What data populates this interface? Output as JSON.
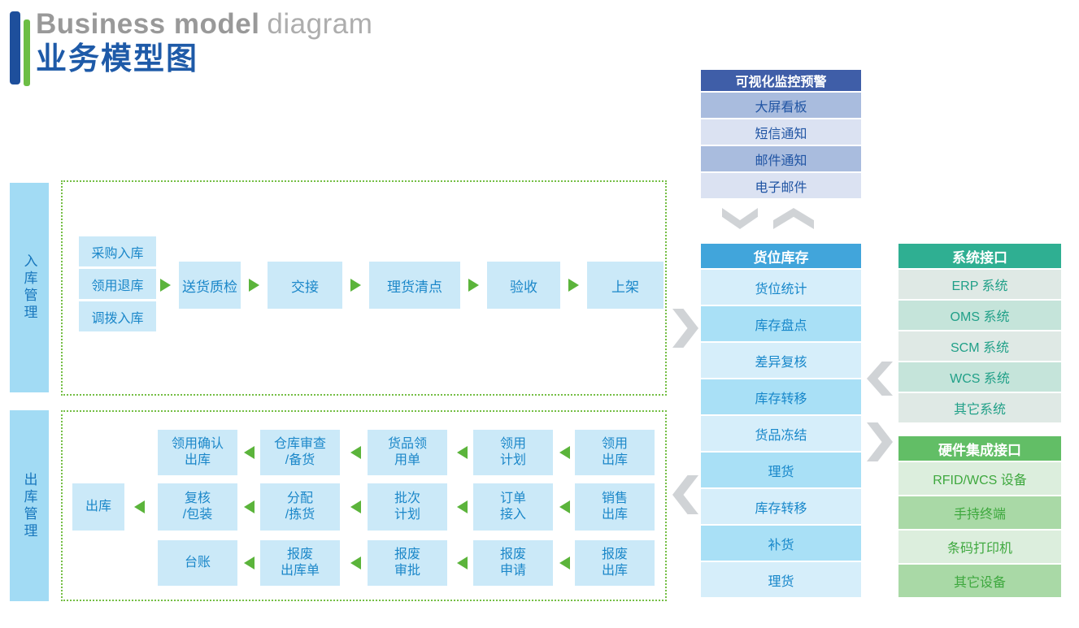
{
  "title": {
    "en_bold": "Business model",
    "en_light": "diagram",
    "zh": "业务模型图"
  },
  "icons": {
    "flow_right": "triangle-right",
    "flow_left": "triangle-left",
    "sync_down": "chevron-down",
    "sync_up": "chevron-up",
    "link_right": "chevron-right",
    "link_left": "chevron-left"
  },
  "colors": {
    "title_blue": "#1E5AA8",
    "accent_green": "#6CBE45",
    "monitor_header_bg": "#3F5EA8",
    "inventory_header_bg": "#41A5DB",
    "system_header_bg": "#2FAF92",
    "hardware_header_bg": "#62BE66",
    "process_box_bg": "#CBE9F8",
    "process_text": "#1B87C9",
    "side_label_bg": "#A2DBF4",
    "arrow_gray": "#D0D3D6",
    "arrow_green": "#5BB43B"
  },
  "monitor_panel": {
    "header": "可视化监控预警",
    "items": [
      "大屏看板",
      "短信通知",
      "邮件通知",
      "电子邮件"
    ]
  },
  "inventory_panel": {
    "header": "货位库存",
    "items": [
      "货位统计",
      "库存盘点",
      "差异复核",
      "库存转移",
      "货品冻结",
      "理货",
      "库存转移",
      "补货",
      "理货"
    ]
  },
  "system_panel": {
    "header": "系统接口",
    "items": [
      "ERP 系统",
      "OMS 系统",
      "SCM 系统",
      "WCS 系统",
      "其它系统"
    ]
  },
  "hardware_panel": {
    "header": "硬件集成接口",
    "items": [
      "RFID/WCS 设备",
      "手持终端",
      "条码打印机",
      "其它设备"
    ]
  },
  "inbound": {
    "label": "入库管理",
    "sources": [
      "采购入库",
      "领用退库",
      "调拨入库"
    ],
    "flow": [
      "送货质检",
      "交接",
      "理货清点",
      "验收",
      "上架"
    ]
  },
  "outbound": {
    "label": "出库管理",
    "rows": [
      {
        "cells": [
          "领用确认\n出库",
          "仓库审查\n/备货",
          "货品领\n用单",
          "领用\n计划",
          "领用\n出库"
        ]
      },
      {
        "final": "出库",
        "cells": [
          "复核\n/包装",
          "分配\n/拣货",
          "批次\n计划",
          "订单\n接入",
          "销售\n出库"
        ]
      },
      {
        "cells": [
          "台账",
          "报废\n出库单",
          "报废\n审批",
          "报废\n申请",
          "报废\n出库"
        ]
      }
    ]
  }
}
